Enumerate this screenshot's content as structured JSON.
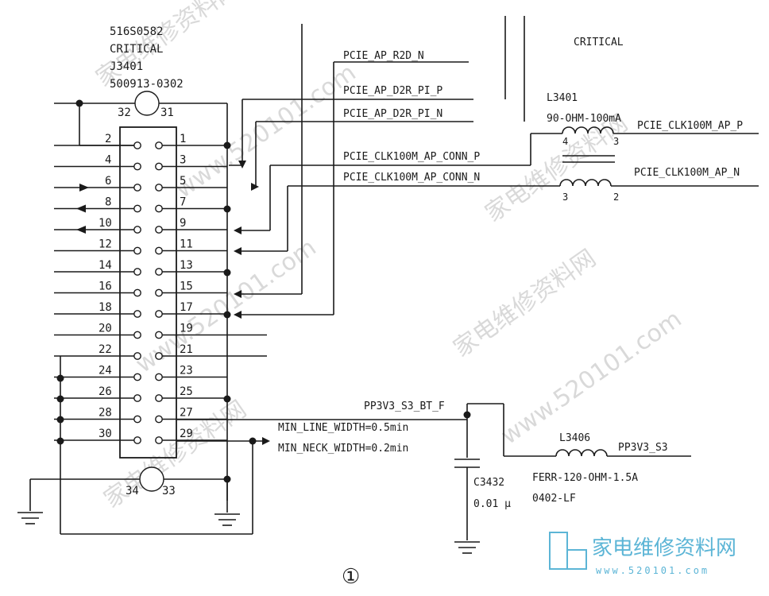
{
  "connector": {
    "part_number": "516S0582",
    "critical": "CRITICAL",
    "refdes": "J3401",
    "model": "500913-0302",
    "mount_top": [
      "32",
      "31"
    ],
    "mount_bottom": [
      "34",
      "33"
    ],
    "left_pins": [
      "2",
      "4",
      "6",
      "8",
      "10",
      "12",
      "14",
      "16",
      "18",
      "20",
      "22",
      "24",
      "26",
      "28",
      "30"
    ],
    "right_pins": [
      "1",
      "3",
      "5",
      "7",
      "9",
      "11",
      "13",
      "15",
      "17",
      "19",
      "21",
      "23",
      "25",
      "27",
      "29"
    ]
  },
  "nets": {
    "r2d_n": "PCIE_AP_R2D_N",
    "d2r_p": "PCIE_AP_D2R_PI_P",
    "d2r_n": "PCIE_AP_D2R_PI_N",
    "clk_conn_p": "PCIE_CLK100M_AP_CONN_P",
    "clk_conn_n": "PCIE_CLK100M_AP_CONN_N",
    "clk_p": "PCIE_CLK100M_AP_P",
    "clk_n": "PCIE_CLK100M_AP_N",
    "power_in": "PP3V3_S3_BT_F",
    "power_out": "PP3V3_S3",
    "min_line": "MIN_LINE_WIDTH=0.5min",
    "min_neck": "MIN_NECK_WIDTH=0.2min"
  },
  "l3401": {
    "critical": "CRITICAL",
    "refdes": "L3401",
    "value": "90-OHM-100mA",
    "pins": [
      "4",
      "3",
      "3",
      "2"
    ]
  },
  "l3406": {
    "refdes": "L3406",
    "value": "FERR-120-OHM-1.5A",
    "package": "0402-LF"
  },
  "c3432": {
    "refdes": "C3432",
    "value": "0.01 µ"
  },
  "figure_label": "①",
  "watermark": {
    "brand": "家电维修资料网",
    "url": "www.520101.com"
  }
}
